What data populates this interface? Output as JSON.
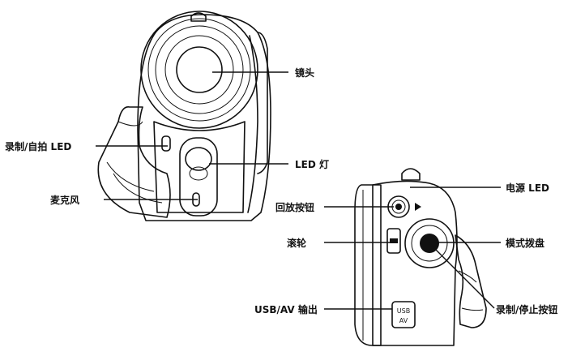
{
  "labels": {
    "lens": "镜头",
    "record_self_timer_led": "录制/自拍 LED",
    "led_light": "LED 灯",
    "microphone": "麦克风",
    "power_led": "电源 LED",
    "playback_button": "回放按钮",
    "scroll_wheel": "滚轮",
    "mode_dial": "模式拨盘",
    "usb_av_output": "USB/AV 输出",
    "record_stop_button": "录制/停止按钮"
  },
  "port_text": {
    "usb": "USB",
    "av": "AV"
  }
}
